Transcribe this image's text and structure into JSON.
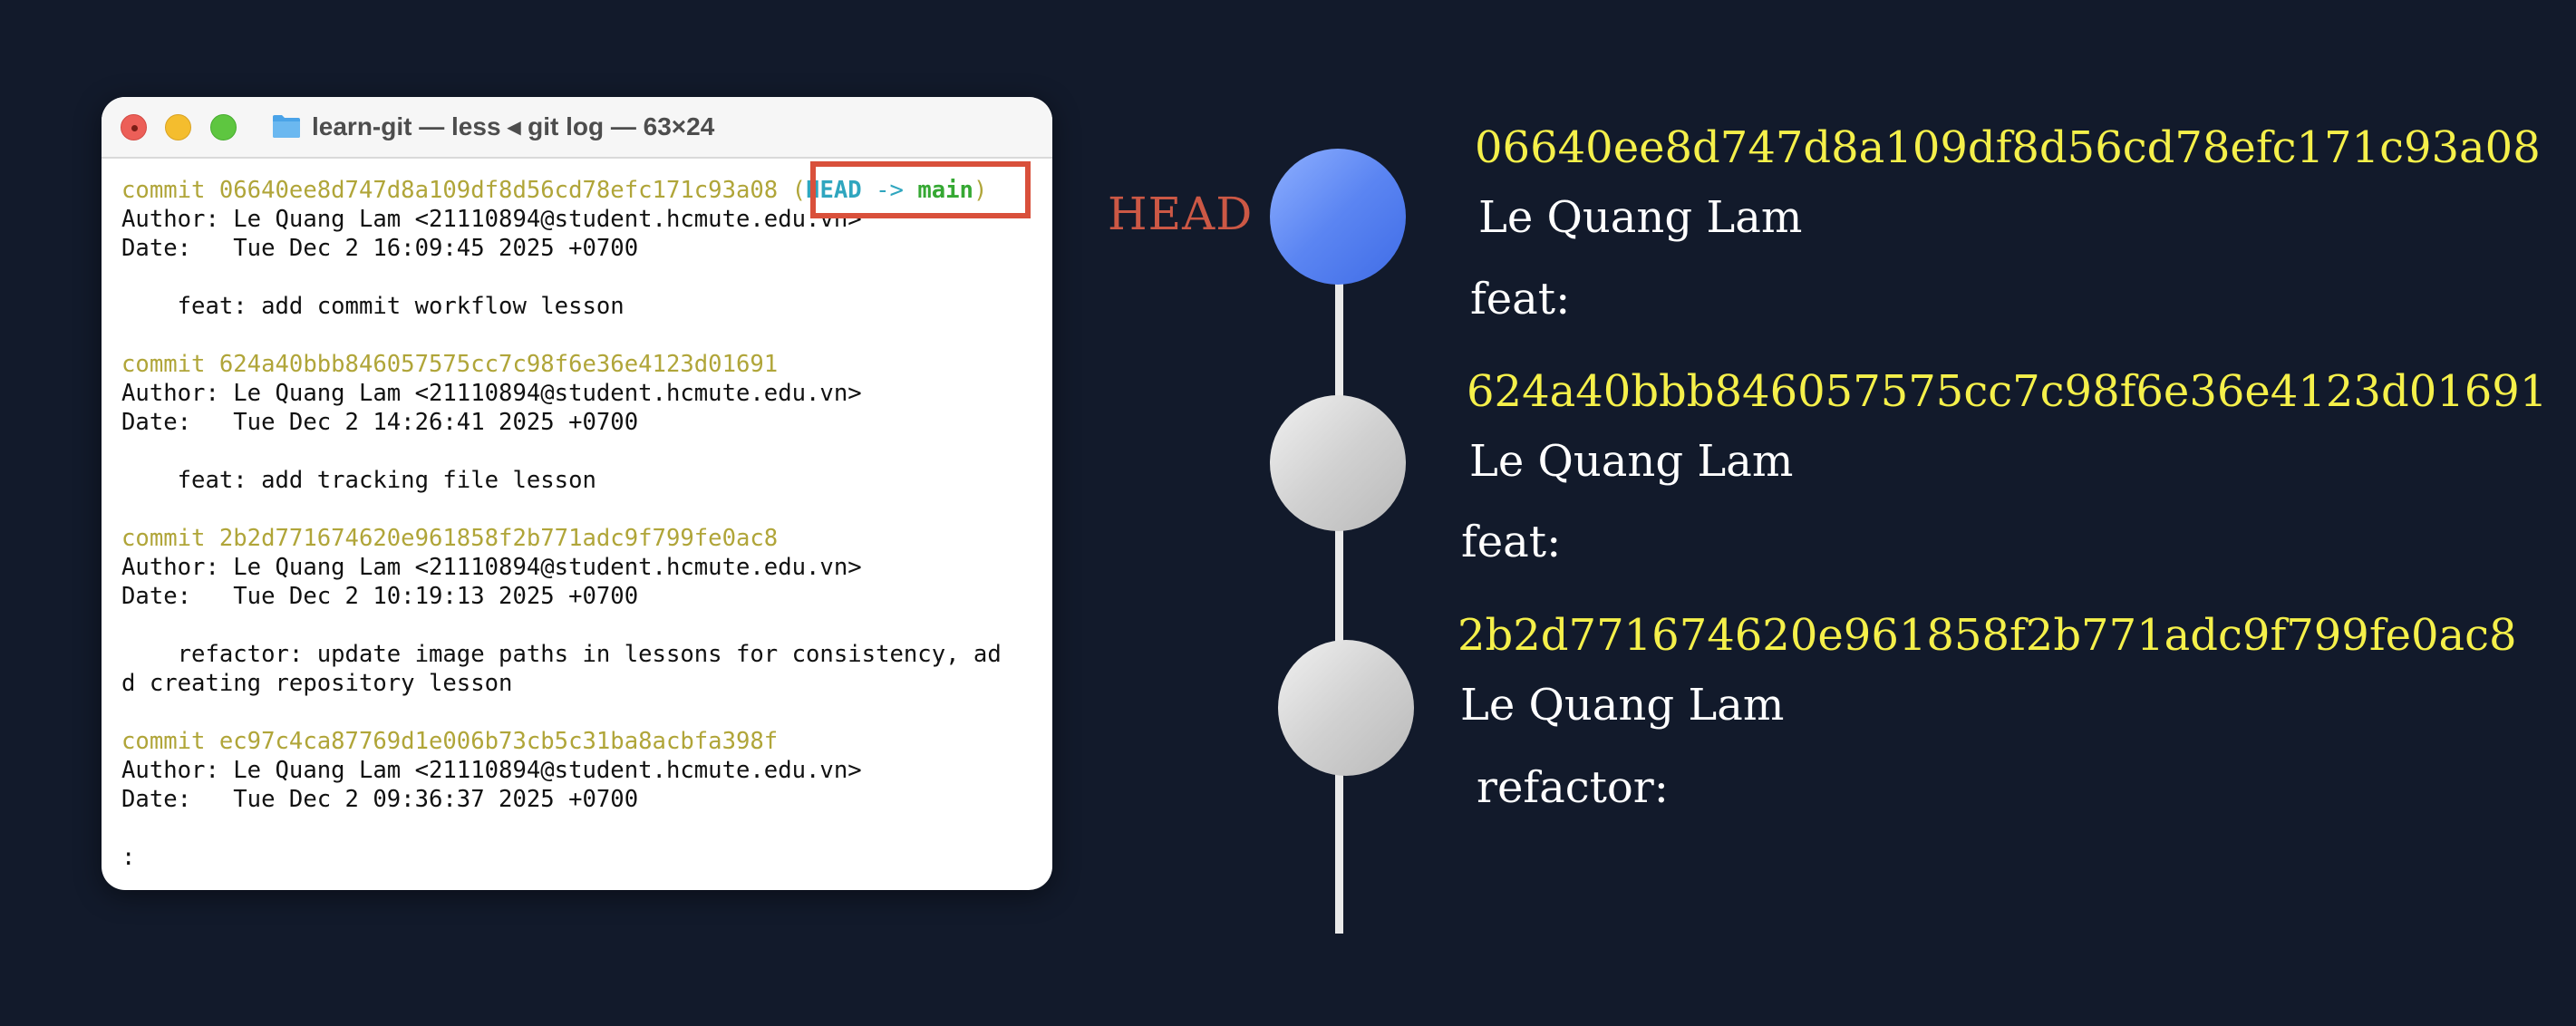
{
  "window": {
    "title": "learn-git — less ◂ git log — 63×24",
    "folder_icon": "folder-icon",
    "controls": [
      "close",
      "minimize",
      "zoom"
    ]
  },
  "git_log": {
    "commits": [
      {
        "commit_label": "commit 06640ee8d747d8a109df8d56cd78efc171c93a08",
        "refs": {
          "open": " (",
          "head": "HEAD",
          "arrow": " -> ",
          "branch": "main",
          "close": ")"
        },
        "author_line": "Author: Le Quang Lam <21110894@student.hcmute.edu.vn>",
        "date_line": "Date:   Tue Dec 2 16:09:45 2025 +0700",
        "message_lines": [
          "    feat: add commit workflow lesson"
        ]
      },
      {
        "commit_label": "commit 624a40bbb846057575cc7c98f6e36e4123d01691",
        "author_line": "Author: Le Quang Lam <21110894@student.hcmute.edu.vn>",
        "date_line": "Date:   Tue Dec 2 14:26:41 2025 +0700",
        "message_lines": [
          "    feat: add tracking file lesson"
        ]
      },
      {
        "commit_label": "commit 2b2d771674620e961858f2b771adc9f799fe0ac8",
        "author_line": "Author: Le Quang Lam <21110894@student.hcmute.edu.vn>",
        "date_line": "Date:   Tue Dec 2 10:19:13 2025 +0700",
        "message_lines": [
          "    refactor: update image paths in lessons for consistency, ad",
          "d creating repository lesson"
        ]
      },
      {
        "commit_label": "commit ec97c4ca87769d1e006b73cb5c31ba8acbfa398f",
        "author_line": "Author: Le Quang Lam <21110894@student.hcmute.edu.vn>",
        "date_line": "Date:   Tue Dec 2 09:36:37 2025 +0700"
      }
    ],
    "prompt": ":"
  },
  "timeline": {
    "head_label": "HEAD",
    "nodes": [
      {
        "hash": "06640ee8d747d8a109df8d56cd78efc171c93a08",
        "author": "Le Quang Lam",
        "message": "feat:",
        "color": "#5b85f2"
      },
      {
        "hash": "624a40bbb846057575cc7c98f6e36e4123d01691",
        "author": "Le Quang Lam",
        "message": "feat:",
        "color": "#d1d1d1"
      },
      {
        "hash": "2b2d771674620e961858f2b771adc9f799fe0ac8",
        "author": "Le Quang Lam",
        "message": "refactor:",
        "color": "#d1d1d1"
      }
    ]
  },
  "colors": {
    "background": "#121a2b",
    "hash_yellow": "#f5f04a",
    "head_red": "#cc5845",
    "highlight_box": "#d9503b"
  }
}
